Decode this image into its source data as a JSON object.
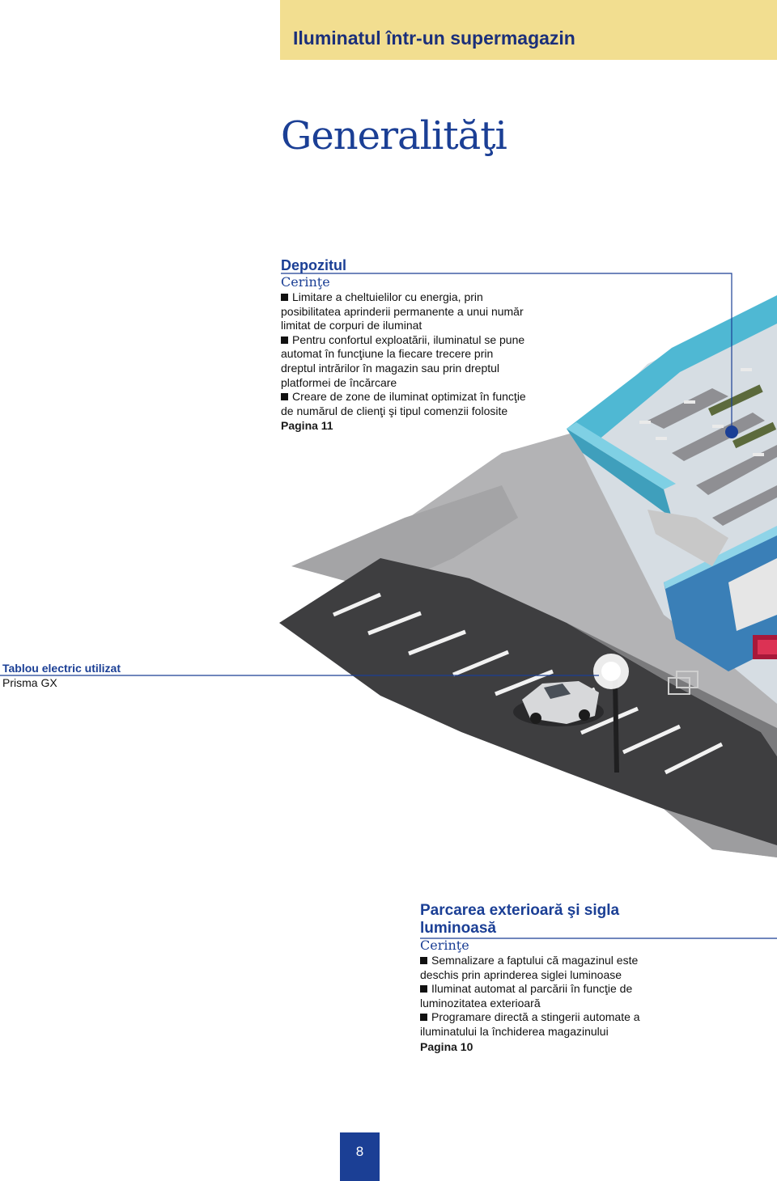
{
  "header": {
    "title": "Iluminatul într-un supermagazin"
  },
  "section_title": "Generalităţi",
  "depozitul": {
    "title": "Depozitul",
    "req_label": "Cerinţe",
    "lines": [
      "Limitare a cheltuielilor cu energia, prin",
      "posibilitatea aprinderii permanente a unui număr",
      "limitat de corpuri de iluminat",
      "Pentru confortul exploatării, iluminatul se pune",
      "automat în funcţiune la fiecare trecere prin",
      "dreptul intrărilor în magazin sau prin dreptul",
      "platformei de încărcare",
      "Creare de zone de iluminat optimizat în funcţie",
      "de numărul de clienţi şi tipul comenzii folosite"
    ],
    "page_ref": "Pagina 11"
  },
  "tablou": {
    "title": "Tablou electric utilizat",
    "value": "Prisma GX"
  },
  "parcarea": {
    "title_line1": "Parcarea exterioară şi sigla",
    "title_line2": "luminoasă",
    "req_label": "Cerinţe",
    "lines": [
      "Semnalizare a faptului că magazinul este",
      "deschis prin aprinderea siglei luminoase",
      "Iluminat automat al parcării în funcţie de",
      "luminozitatea exterioară",
      "Programare directă a stingerii automate a",
      "iluminatului la închiderea magazinului"
    ],
    "page_ref": "Pagina 10"
  },
  "page_number": "8",
  "colors": {
    "accent_blue": "#1b3f95",
    "header_band": "#f2de90",
    "ground_grey": "#a9a9aa",
    "asphalt": "#3d3d3f",
    "wall_cyan": "#4fb8d3"
  }
}
